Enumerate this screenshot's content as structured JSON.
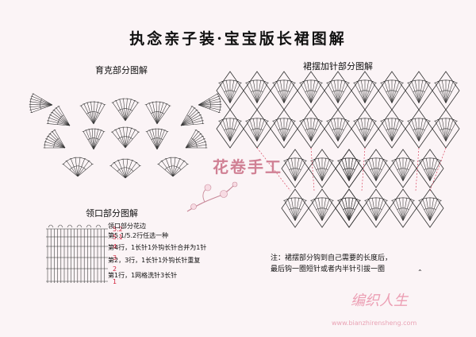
{
  "title": "执念亲子装·宝宝版长裙图解",
  "sections": {
    "yoke": "育克部分图解",
    "skirt": "裙摆加针部分图解",
    "collar": "领口部分图解"
  },
  "collar_notes": {
    "lines": [
      "领口部分花边",
      "第5.1/5.2行任选一种",
      "第4行，1长针1外钩长针合并为1针",
      "第2，3行，1长针1外钩长针重复",
      "第1行，1网格洗针3长针"
    ],
    "row_labels": [
      "5.2",
      "5.1",
      "4",
      "3",
      "2",
      "1"
    ]
  },
  "skirt_note": [
    "注：裙摆部分钩到自己需要的长度后，",
    "最后钩一圈短针或者内半针引拔一圈"
  ],
  "watermark": {
    "brand": "花卷手工",
    "brand2": "编织人生",
    "url": "www.bianzhirensheng.com"
  },
  "colors": {
    "background": "#fbf4f6",
    "ink": "#333333",
    "accent": "#d2203a",
    "watermark": "#d08094"
  },
  "icons": {
    "mark": "small-arrow-icon",
    "plum": "plum-blossom-icon"
  }
}
